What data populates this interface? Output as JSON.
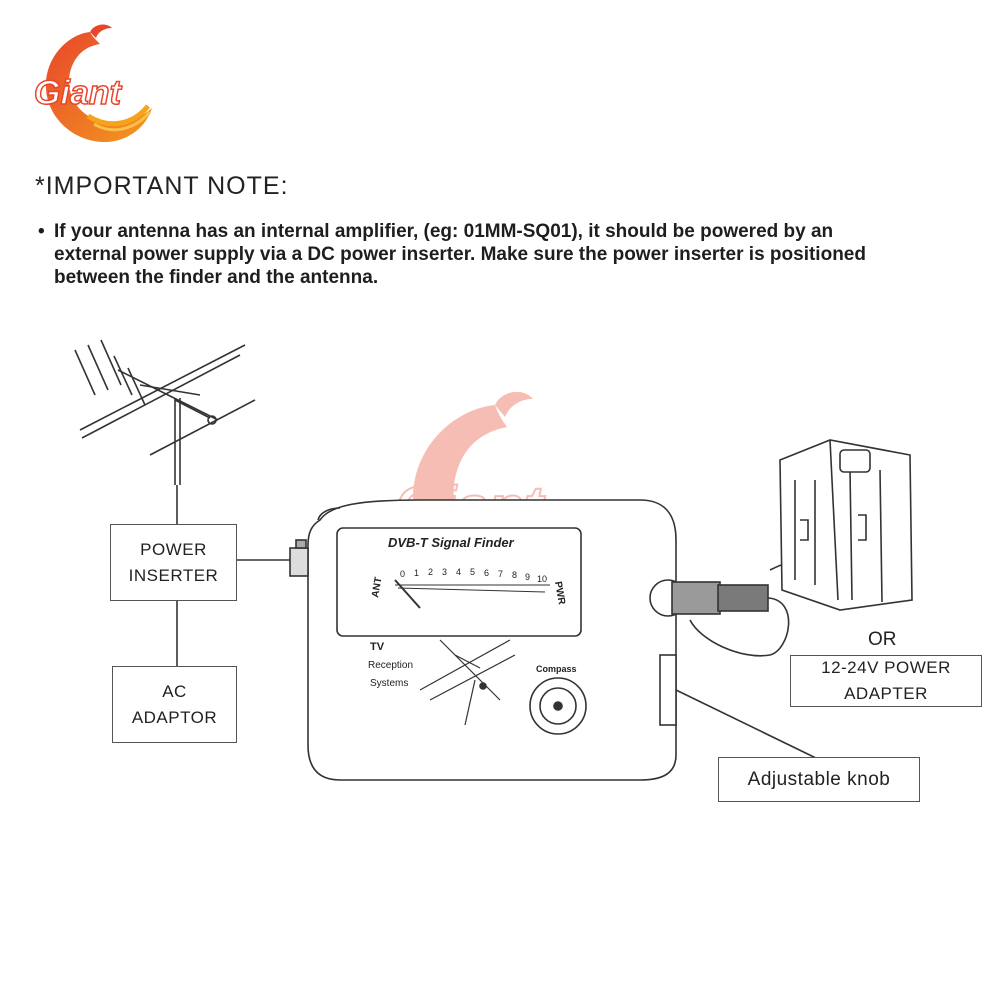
{
  "logo": {
    "text": "Giant",
    "color": "#e84a2e",
    "accent": "#f6a21b"
  },
  "note": {
    "title": "*IMPORTANT  NOTE:",
    "bullet": "•",
    "lines": [
      "If your antenna has an internal amplifier, (eg: 01MM-SQ01), it should be powered by an",
      "external power supply via a DC power inserter. Make sure the power inserter is positioned",
      "between the finder and the antenna."
    ]
  },
  "boxes": {
    "power_inserter": [
      "POWER",
      "INSERTER"
    ],
    "ac_adaptor": [
      "AC",
      "ADAPTOR"
    ],
    "power_adapter": [
      "12-24V POWER",
      "ADAPTER"
    ],
    "adjustable_knob": "Adjustable knob"
  },
  "or_label": "OR",
  "device": {
    "title": "DVB-T Signal Finder",
    "ant": "ANT",
    "pwr": "PWR",
    "scale": [
      "0",
      "1",
      "2",
      "3",
      "4",
      "5",
      "6",
      "7",
      "8",
      "9",
      "10"
    ],
    "brand": [
      "TV",
      "Reception",
      "Systems"
    ],
    "compass": "Compass"
  },
  "watermark": {
    "text": "Giant"
  }
}
